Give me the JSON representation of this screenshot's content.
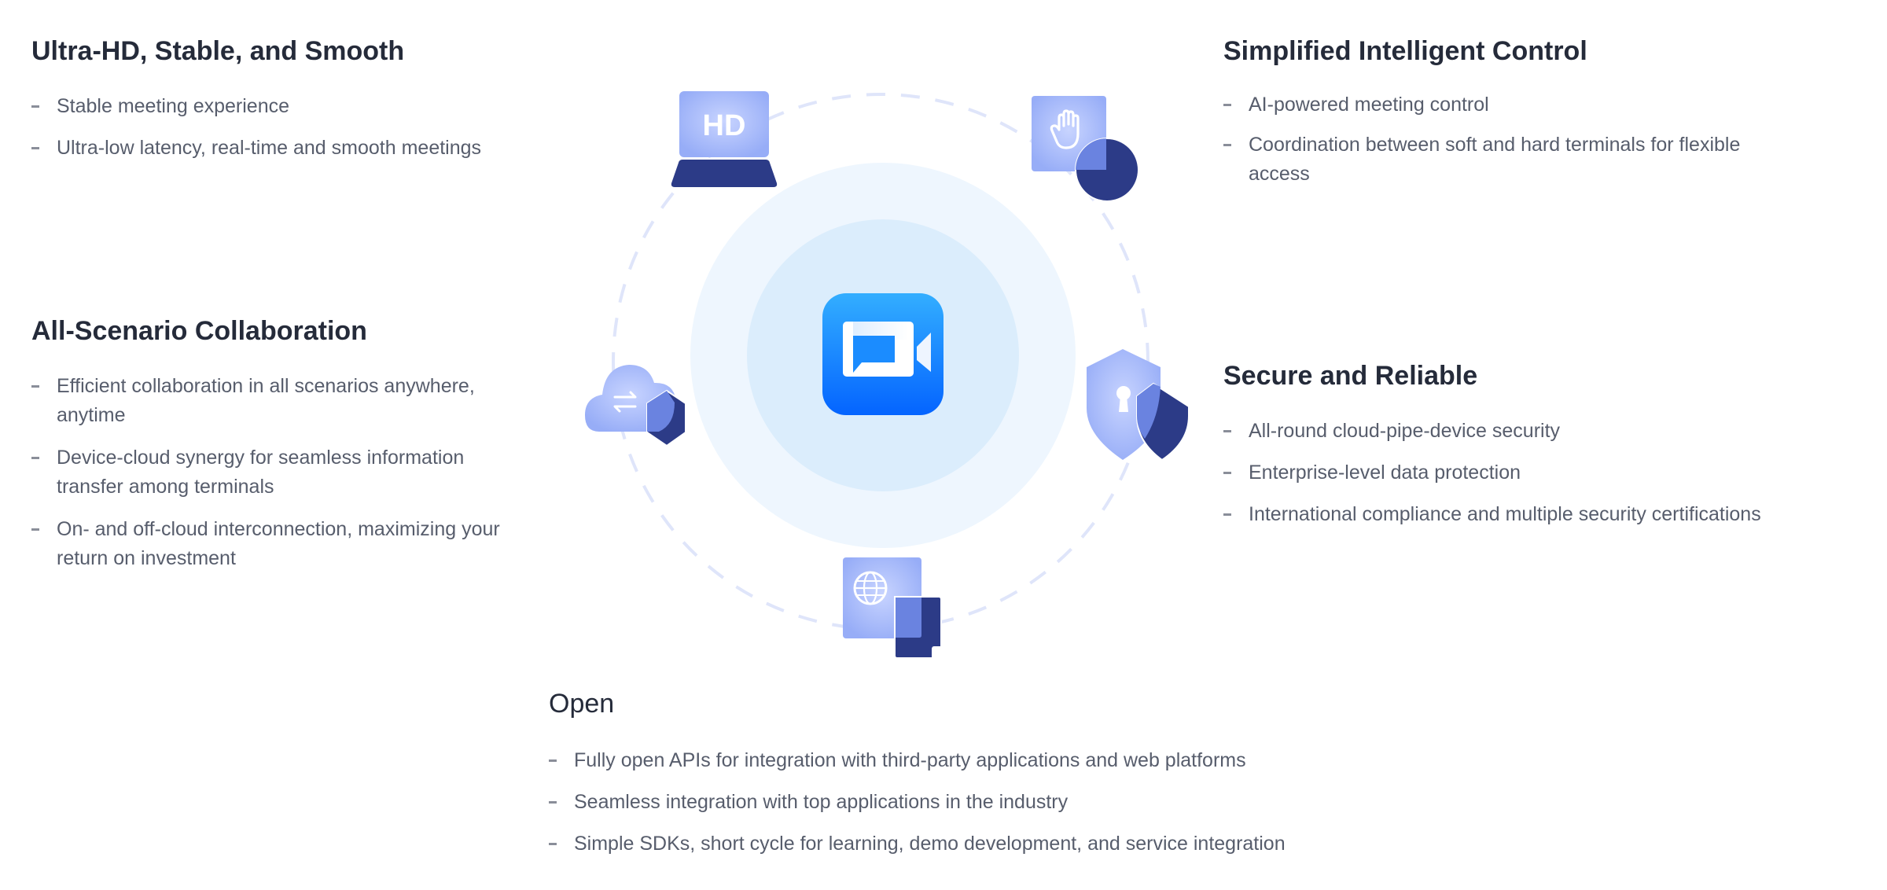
{
  "center": {
    "icon": "video-meeting-icon",
    "accent": "#0a6cff"
  },
  "colors": {
    "heading": "#252b3a",
    "body": "#575d6c",
    "icon_light": "#9aaef8",
    "icon_mid": "#6a83e0",
    "icon_dark": "#2c3b87",
    "ring_outer": "#eef6fe",
    "ring_inner": "#dbedfc",
    "dash": "#dfe5fa"
  },
  "sections": {
    "hd": {
      "title": "Ultra-HD, Stable, and Smooth",
      "icon": "hd-laptop-icon",
      "icon_label": "HD",
      "items": [
        "Stable meeting experience",
        "Ultra-low latency, real-time and smooth meetings"
      ]
    },
    "control": {
      "title": "Simplified Intelligent Control",
      "icon": "hand-control-icon",
      "items": [
        "AI-powered meeting control",
        "Coordination between soft and hard terminals for flexible access"
      ]
    },
    "collab": {
      "title": "All-Scenario Collaboration",
      "icon": "cloud-sync-icon",
      "items": [
        "Efficient collaboration in all scenarios anywhere, anytime",
        "Device-cloud synergy for seamless information transfer among terminals",
        "On- and off-cloud interconnection, maximizing your return on investment"
      ]
    },
    "secure": {
      "title": "Secure and Reliable",
      "icon": "shield-lock-icon",
      "items": [
        "All-round cloud-pipe-device security",
        "Enterprise-level data protection",
        "International compliance and multiple security certifications"
      ]
    },
    "open": {
      "title": "Open",
      "icon": "globe-document-icon",
      "items": [
        "Fully open APIs for integration with third-party applications and web platforms",
        "Seamless integration with top applications in the industry",
        "Simple SDKs, short cycle for learning, demo development, and service integration"
      ]
    }
  }
}
